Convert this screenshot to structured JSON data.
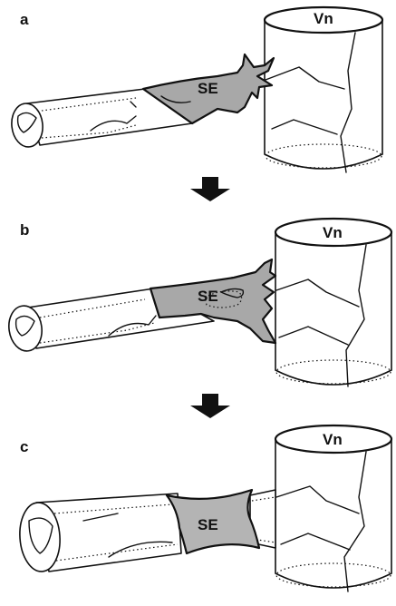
{
  "panels": [
    {
      "letter": "a",
      "vein_label": "Vn",
      "endothelium_label": "SE"
    },
    {
      "letter": "b",
      "vein_label": "Vn",
      "endothelium_label": "SE"
    },
    {
      "letter": "c",
      "vein_label": "Vn",
      "endothelium_label": "SE"
    }
  ],
  "colors": {
    "sprout_fill": "#a8a8a8",
    "line": "#111111",
    "background": "#ffffff"
  }
}
